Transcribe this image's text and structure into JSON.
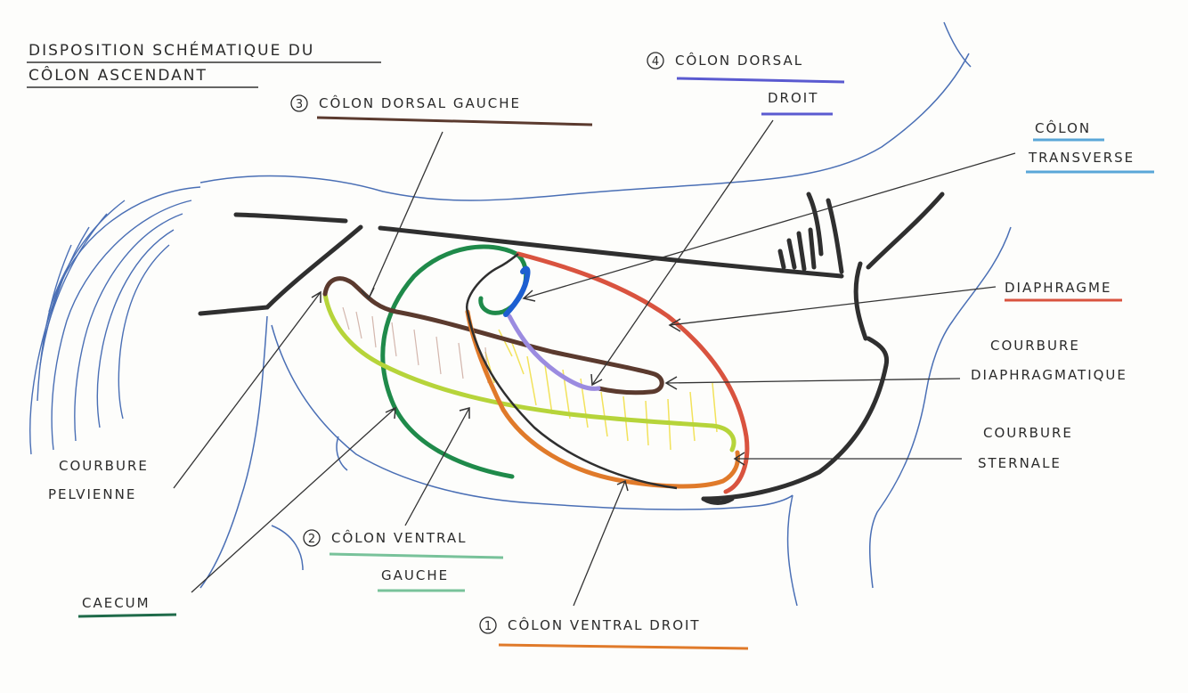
{
  "title": {
    "line1": "DISPOSITION SCHÉMATIQUE DU",
    "line2": "CÔLON ASCENDANT"
  },
  "labels": {
    "colon_dorsal_gauche": {
      "number": "3",
      "text": "CÔLON DORSAL GAUCHE"
    },
    "colon_dorsal_droit": {
      "number": "4",
      "line1": "CÔLON DORSAL",
      "line2": "DROIT"
    },
    "colon_transverse": {
      "line1": "CÔLON",
      "line2": "TRANSVERSE"
    },
    "diaphragme": {
      "text": "DIAPHRAGME"
    },
    "courbure_diaphragmatique": {
      "line1": "COURBURE",
      "line2": "DIAPHRAGMATIQUE"
    },
    "courbure_sternale": {
      "line1": "COURBURE",
      "line2": "STERNALE"
    },
    "courbure_pelvienne": {
      "line1": "COURBURE",
      "line2": "PELVIENNE"
    },
    "colon_ventral_gauche": {
      "number": "2",
      "line1": "CÔLON VENTRAL",
      "line2": "GAUCHE"
    },
    "caecum": {
      "text": "CAECUM"
    },
    "colon_ventral_droit": {
      "number": "1",
      "text": "CÔLON VENTRAL DROIT"
    }
  },
  "colors": {
    "body_outline": "#4a6fb5",
    "skeleton": "#2f2f2f",
    "colon_dorsal_gauche": "#5b3a2e",
    "colon_dorsal_droit": "#9b8be0",
    "colon_transverse": "#1d5fd1",
    "diaphragme": "#d9533f",
    "colon_ventral_gauche": "#b6d43a",
    "caecum": "#1f8a4a",
    "colon_ventral_droit": "#e07a2a",
    "title_underline": "#333333",
    "mesentery": "#f1e04a",
    "leader": "#333333"
  }
}
